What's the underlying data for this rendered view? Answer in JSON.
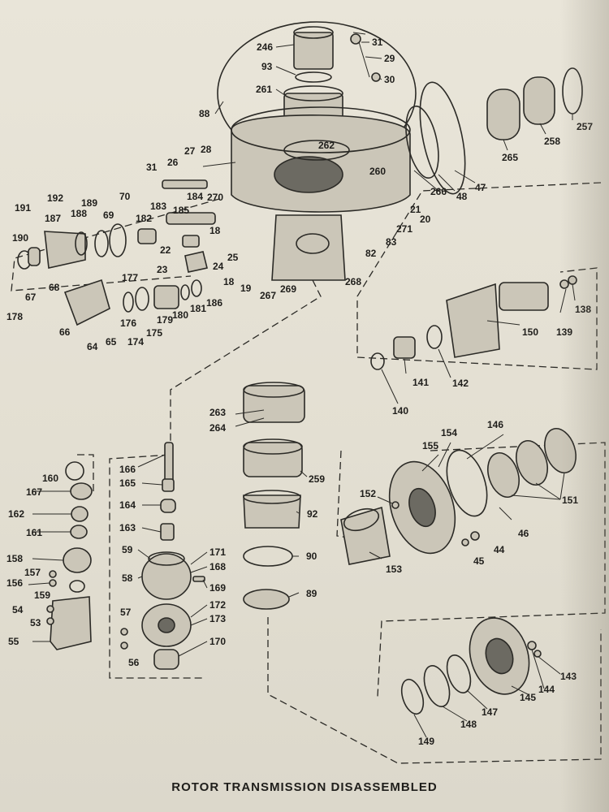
{
  "caption": "ROTOR TRANSMISSION DISASSEMBLED",
  "ink_color": "#2b2a26",
  "paper_color": "#e6e2d5",
  "part_numbers": {
    "p246": "246",
    "p31a": "31",
    "p29": "29",
    "p30": "30",
    "p93": "93",
    "p261": "261",
    "p88": "88",
    "p262": "262",
    "p260": "260",
    "p257": "257",
    "p258": "258",
    "p265": "265",
    "p47": "47",
    "p48": "48",
    "p266": "266",
    "p21": "21",
    "p20": "20",
    "p271": "271",
    "p83": "83",
    "p82": "82",
    "p31b": "31",
    "p26": "26",
    "p27": "27",
    "p28": "28",
    "p270": "270",
    "p191": "191",
    "p192": "192",
    "p189": "189",
    "p70": "70",
    "p187": "187",
    "p188": "188",
    "p69": "69",
    "p182": "182",
    "p183": "183",
    "p184": "184",
    "p185": "185",
    "p190": "190",
    "p18a": "18",
    "p22": "22",
    "p25": "25",
    "p23": "23",
    "p24": "24",
    "p18b": "18",
    "p19": "19",
    "p267": "267",
    "p269": "269",
    "p268": "268",
    "p67": "67",
    "p68": "68",
    "p178": "178",
    "p177": "177",
    "p66": "66",
    "p176": "176",
    "p179": "179",
    "p180": "180",
    "p181": "181",
    "p186": "186",
    "p175": "175",
    "p174": "174",
    "p65": "65",
    "p64": "64",
    "p138": "138",
    "p139": "139",
    "p150": "150",
    "p141": "141",
    "p142": "142",
    "p140": "140",
    "p263": "263",
    "p264": "264",
    "p259": "259",
    "p92": "92",
    "p90": "90",
    "p89": "89",
    "p166": "166",
    "p165": "165",
    "p164": "164",
    "p163": "163",
    "p171": "171",
    "p168": "168",
    "p59": "59",
    "p58": "58",
    "p169": "169",
    "p172": "172",
    "p173": "173",
    "p57": "57",
    "p56": "56",
    "p170": "170",
    "p160": "160",
    "p167": "167",
    "p162": "162",
    "p161": "161",
    "p158": "158",
    "p157": "157",
    "p156": "156",
    "p159": "159",
    "p54": "54",
    "p53": "53",
    "p55": "55",
    "p146": "146",
    "p154": "154",
    "p155": "155",
    "p152": "152",
    "p151": "151",
    "p46": "46",
    "p44": "44",
    "p45": "45",
    "p153": "153",
    "p143": "143",
    "p144": "144",
    "p145": "145",
    "p147": "147",
    "p148": "148",
    "p149": "149"
  }
}
